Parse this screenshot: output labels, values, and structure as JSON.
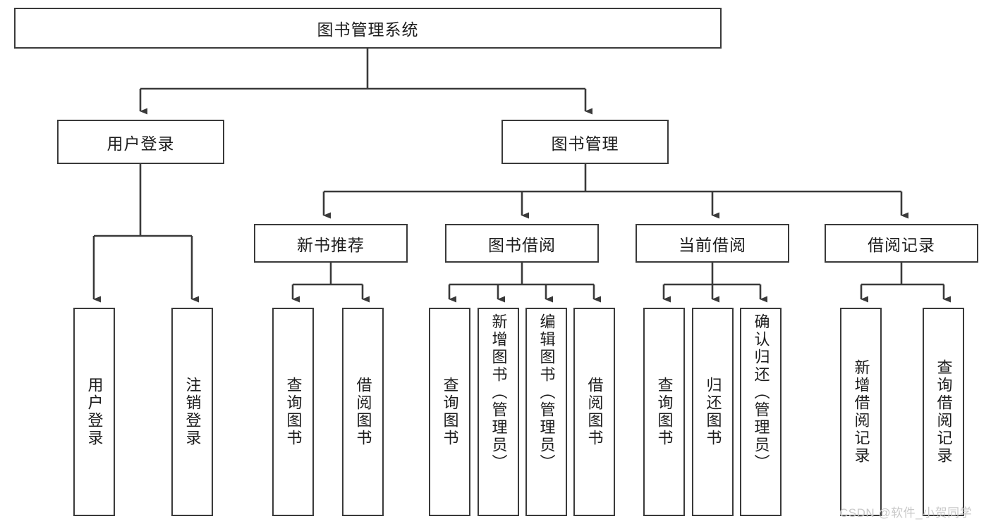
{
  "diagram": {
    "title": "图书管理系统",
    "watermark": "CSDN @软件_小贺同学",
    "line_color": "#3a3a3a",
    "box_border_color": "#3a3a3a",
    "text_color": "#1d1d1d",
    "background": "#ffffff",
    "nodes": {
      "root": "图书管理系统",
      "level2": {
        "user_login": "用户登录",
        "book_manage": "图书管理"
      },
      "level3": {
        "new_book_recommend": "新书推荐",
        "book_borrow": "图书借阅",
        "current_borrow": "当前借阅",
        "borrow_record": "借阅记录"
      },
      "leaves": {
        "user_login_children": [
          "用户登录",
          "注销登录"
        ],
        "new_book_recommend_children": [
          "查询图书",
          "借阅图书"
        ],
        "book_borrow_children": [
          "查询图书",
          "新增图书（管理员）",
          "编辑图书（管理员）",
          "借阅图书"
        ],
        "current_borrow_children": [
          "查询图书",
          "归还图书",
          "确认归还（管理员）"
        ],
        "borrow_record_children": [
          "新增借阅记录",
          "查询借阅记录"
        ]
      }
    }
  }
}
